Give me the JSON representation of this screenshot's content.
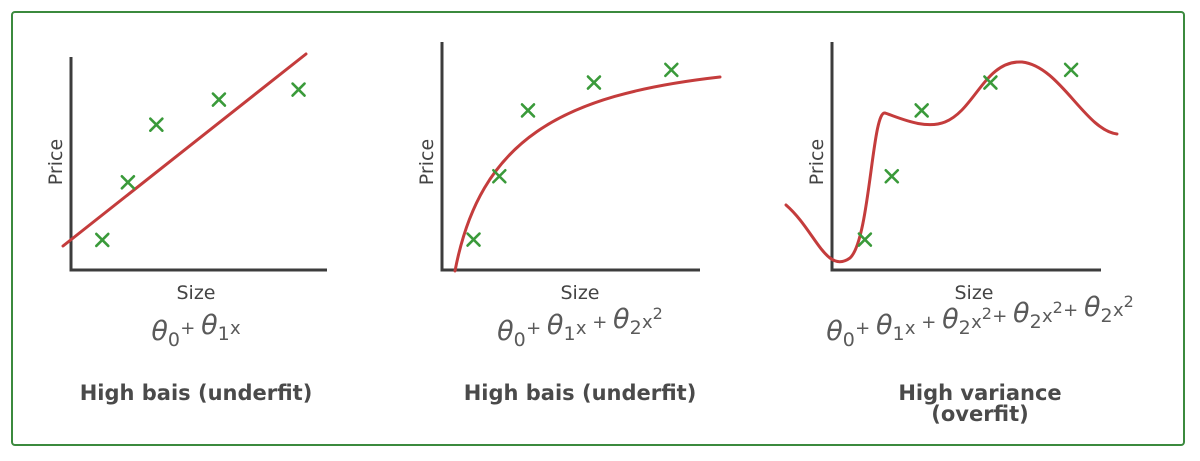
{
  "colors": {
    "frame": "#3b8a3e",
    "axis": "#3c3c3c",
    "curve": "#c43c3c",
    "marker": "#3a9a3a",
    "text": "#4a4a4a"
  },
  "chart_data": [
    {
      "type": "scatter",
      "xlabel": "Size",
      "ylabel": "Price",
      "points": [
        [
          1.1,
          1.2
        ],
        [
          2.0,
          3.5
        ],
        [
          3.0,
          5.8
        ],
        [
          5.2,
          6.8
        ],
        [
          8.0,
          7.2
        ]
      ],
      "fit": "linear",
      "formula": [
        [
          "θ",
          "0",
          "",
          ""
        ],
        [
          "+",
          "",
          "",
          ""
        ],
        [
          "θ",
          "1",
          "x",
          ""
        ]
      ],
      "caption": [
        "High bais (underfit)"
      ]
    },
    {
      "type": "scatter",
      "xlabel": "Size",
      "ylabel": "Price",
      "points": [
        [
          1.1,
          1.2
        ],
        [
          2.0,
          3.7
        ],
        [
          3.0,
          6.3
        ],
        [
          5.3,
          7.4
        ],
        [
          8.0,
          7.9
        ]
      ],
      "fit": "quadratic",
      "formula": [
        [
          "θ",
          "0",
          "",
          ""
        ],
        [
          "+",
          "",
          "",
          ""
        ],
        [
          "θ",
          "1",
          "x",
          ""
        ],
        [
          "+",
          "",
          "",
          ""
        ],
        [
          "θ",
          "2",
          "x",
          "2"
        ]
      ],
      "caption": [
        "High bais (underfit)"
      ]
    },
    {
      "type": "scatter",
      "xlabel": "Size",
      "ylabel": "Price",
      "points": [
        [
          1.1,
          1.2
        ],
        [
          2.0,
          3.7
        ],
        [
          3.0,
          6.3
        ],
        [
          5.3,
          7.4
        ],
        [
          8.0,
          7.9
        ]
      ],
      "fit": "high-order polynomial",
      "formula": [
        [
          "θ",
          "0",
          "",
          ""
        ],
        [
          "+",
          "",
          "",
          ""
        ],
        [
          "θ",
          "1",
          "x",
          ""
        ],
        [
          "+",
          "",
          "",
          ""
        ],
        [
          "θ",
          "2",
          "x",
          "2"
        ],
        [
          "+",
          "",
          "",
          ""
        ],
        [
          "θ",
          "2",
          "x",
          "2"
        ],
        [
          "+",
          "",
          "",
          ""
        ],
        [
          "θ",
          "2",
          "x",
          "2"
        ]
      ],
      "caption": [
        "High variance",
        "(overfit)"
      ]
    }
  ]
}
